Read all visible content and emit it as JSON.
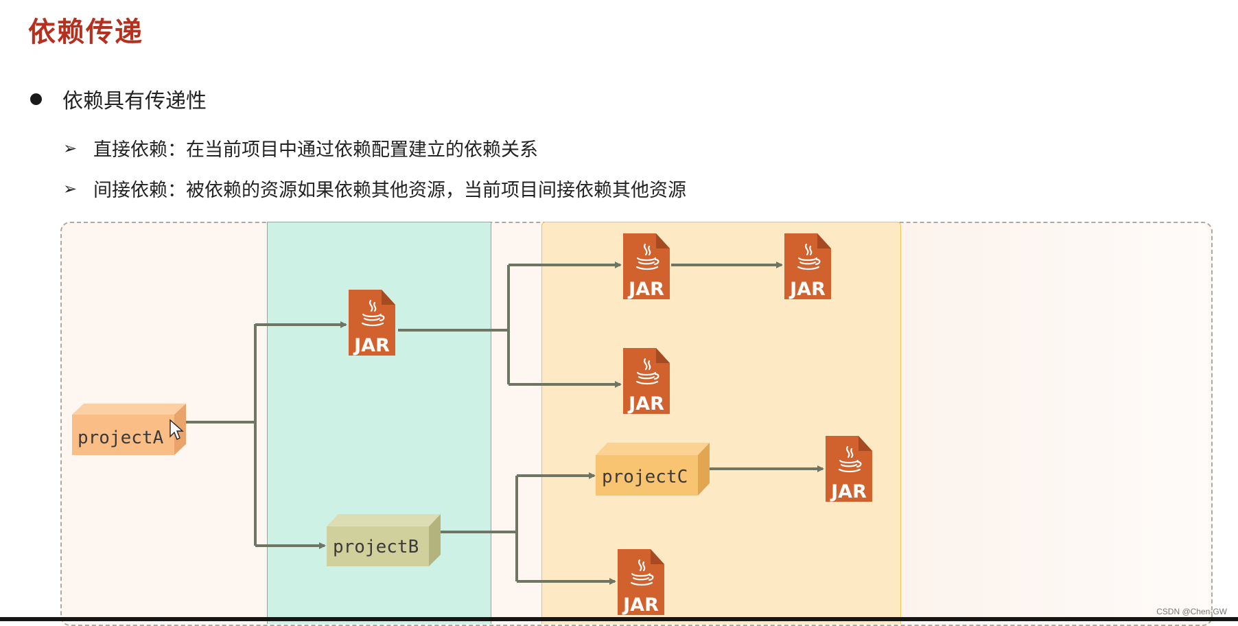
{
  "title": "依赖传递",
  "bullet": "依赖具有传递性",
  "points": [
    "直接依赖：在当前项目中通过依赖配置建立的依赖关系",
    "间接依赖：被依赖的资源如果依赖其他资源，当前项目间接依赖其他资源"
  ],
  "point_marker": "➢",
  "diagram": {
    "projects": {
      "a": "projectA",
      "b": "projectB",
      "c": "projectC"
    },
    "jar_label": "JAR",
    "colors": {
      "projectA": "#f9bd85",
      "projectB": "#cfd09c",
      "projectC": "#f9c471",
      "jar_brown": "#d1622e",
      "jar_fold": "#a64a21",
      "connector": "#6f7563",
      "direct_zone": "#cdf1e4",
      "indirect_zone": "#fde9c4"
    },
    "edges": [
      {
        "from": "projectA",
        "to": "jar-1"
      },
      {
        "from": "projectA",
        "to": "projectB"
      },
      {
        "from": "jar-1",
        "to": "jar-2"
      },
      {
        "from": "jar-1",
        "to": "jar-4"
      },
      {
        "from": "jar-2",
        "to": "jar-3"
      },
      {
        "from": "projectB",
        "to": "projectC"
      },
      {
        "from": "projectB",
        "to": "jar-6"
      },
      {
        "from": "projectC",
        "to": "jar-5"
      }
    ]
  },
  "watermark": "CSDN @Chen-GW"
}
